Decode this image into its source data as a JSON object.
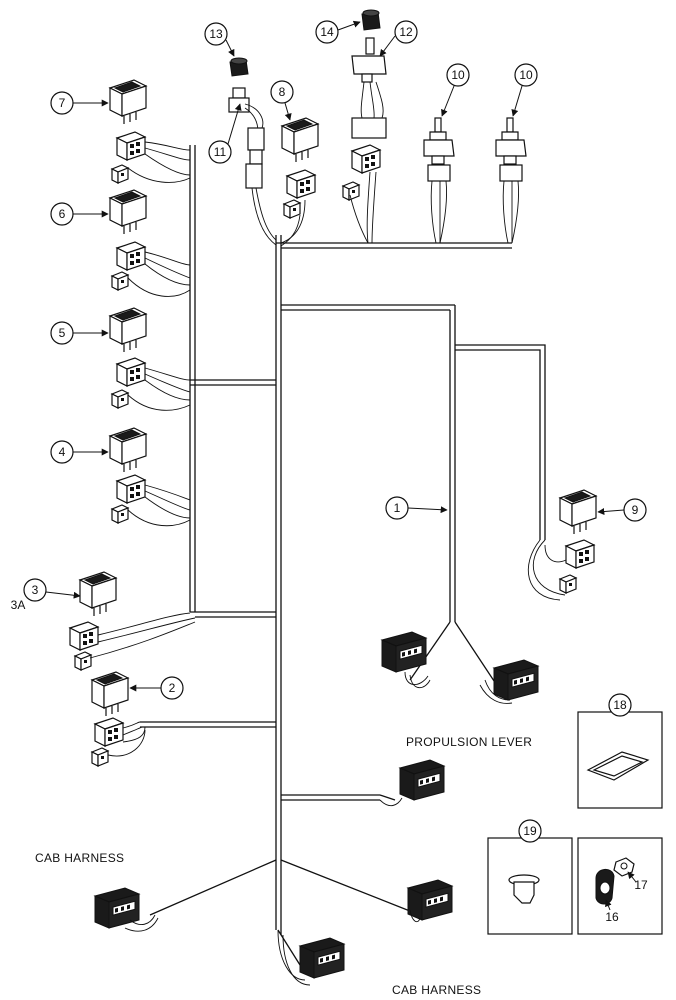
{
  "labels": {
    "propulsion_lever": "PROPULSION LEVER",
    "cab_harness_left": "CAB HARNESS",
    "cab_harness_bottom": "CAB HARNESS"
  },
  "callouts": [
    "1",
    "2",
    "3",
    "3A",
    "4",
    "5",
    "6",
    "7",
    "8",
    "9",
    "10",
    "10",
    "11",
    "12",
    "13",
    "14",
    "16",
    "17",
    "18",
    "19"
  ]
}
